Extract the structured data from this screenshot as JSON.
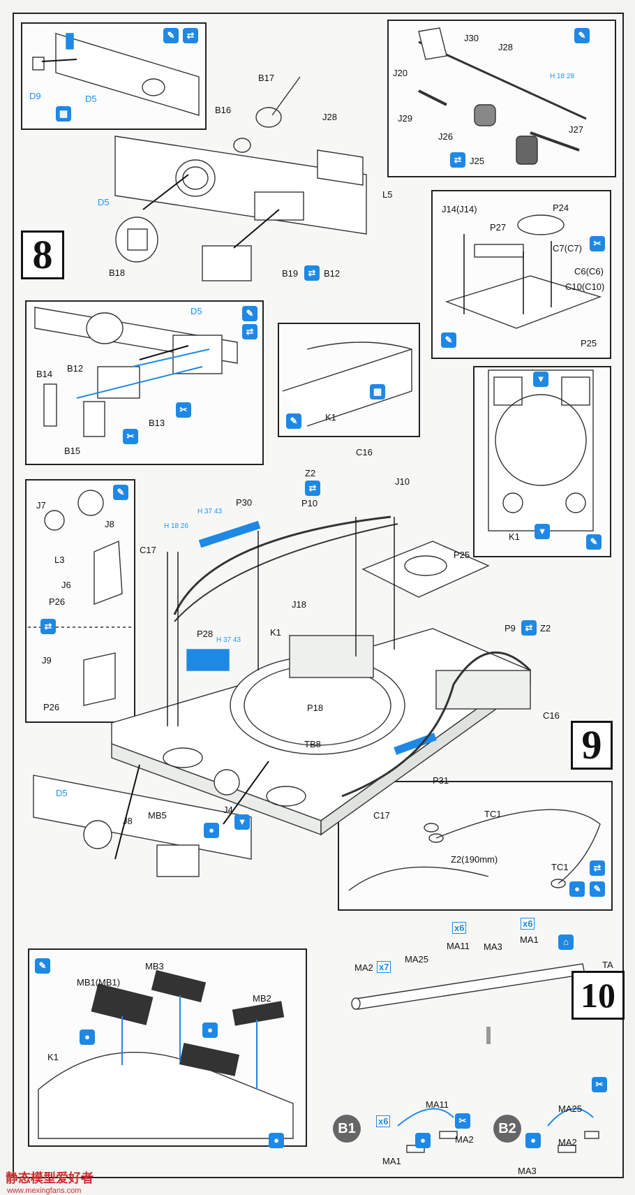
{
  "steps": {
    "s8": "8",
    "s9": "9",
    "s10": "10"
  },
  "labels": {
    "D9": "D9",
    "D5a": "D5",
    "B17": "B17",
    "B16": "B16",
    "J28a": "J28",
    "J30": "J30",
    "J28b": "J28",
    "J20": "J20",
    "J29": "J29",
    "J26": "J26",
    "J27": "J27",
    "J25": "J25",
    "D5b": "D5",
    "L5": "L5",
    "B18": "B18",
    "B19": "B19",
    "B12a": "B12",
    "J14": "J14(J14)",
    "P24": "P24",
    "P27": "P27",
    "C7": "C7(C7)",
    "C6": "C6(C6)",
    "C10": "C10(C10)",
    "P25a": "P25",
    "D5c": "D5",
    "B14": "B14",
    "B12b": "B12",
    "B13": "B13",
    "B15": "B15",
    "K1a": "K1",
    "J7": "J7",
    "L3": "L3",
    "J8a": "J8",
    "J6": "J6",
    "P26a": "P26",
    "J9": "J9",
    "P26b": "P26",
    "Z2a": "Z2",
    "P10": "P10",
    "P30": "P30",
    "C16a": "C16",
    "J10": "J10",
    "P25b": "P25",
    "C17a": "C17",
    "J18": "J18",
    "K1b": "K1",
    "P28": "P28",
    "K1c": "K1",
    "P9": "P9",
    "Z2b": "Z2",
    "C16b": "C16",
    "P18": "P18",
    "TB8": "TB8",
    "P31": "P31",
    "D5d": "D5",
    "J8b": "J8",
    "MB5": "MB5",
    "J4": "J4",
    "C17b": "C17",
    "TC1a": "TC1",
    "Z2len": "Z2(190mm)",
    "TC1b": "TC1",
    "MB1": "MB1(MB1)",
    "MB3": "MB3",
    "MB2": "MB2",
    "K1d": "K1",
    "MA2a": "MA2",
    "MA25a": "MA25",
    "MA11a": "MA11",
    "MA3a": "MA3",
    "MA1a": "MA1",
    "TA": "TA",
    "MA11b": "MA11",
    "MA2b": "MA2",
    "MA1b": "MA1",
    "MA25b": "MA25",
    "MA2c": "MA2",
    "MA3b": "MA3",
    "H18a": "H 18 26",
    "H37a": "H 37 43",
    "H37b": "H 37 43",
    "H18b": "H 18 28"
  },
  "counts": {
    "x7": "x7",
    "x6a": "x6",
    "x6b": "x6",
    "x6c": "x6"
  },
  "badges": {
    "b1": "B1",
    "b2": "B2"
  },
  "watermark": {
    "text": "静态模型爱好者",
    "url": "www.mexingfans.com"
  },
  "icons": {
    "glue": "glue-icon",
    "flip": "flip-icon",
    "paint": "paint-icon",
    "cut": "cut-icon",
    "drill": "drill-icon"
  },
  "colors": {
    "accent": "#1e88e5",
    "line": "#222222",
    "label_blue": "#1e90ff"
  }
}
